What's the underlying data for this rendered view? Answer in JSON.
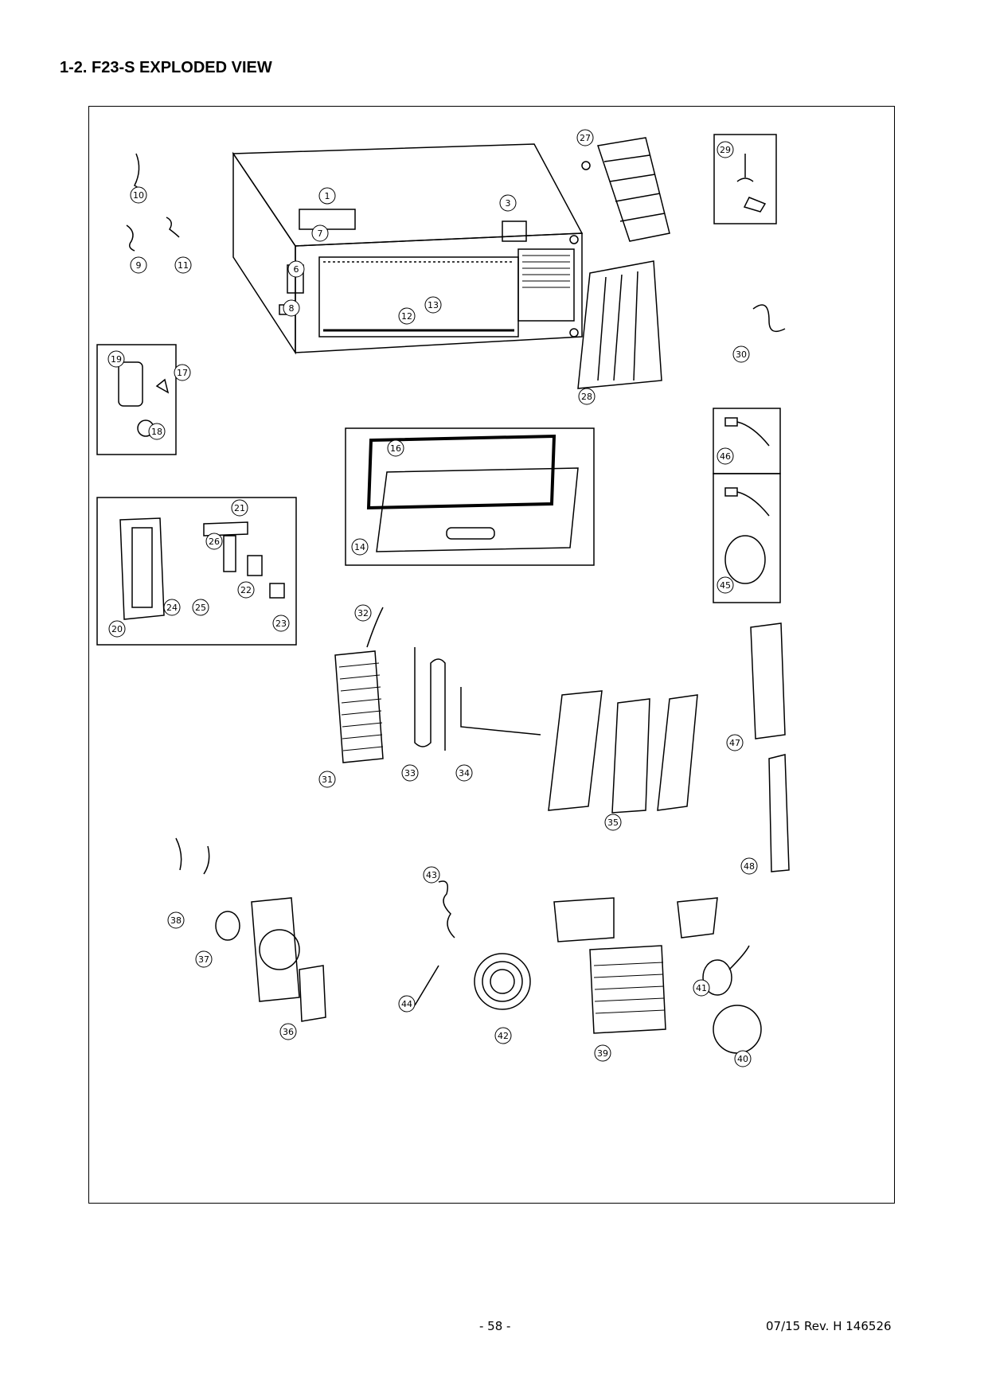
{
  "document": {
    "title": "1-2. F23-S EXPLODED VIEW",
    "page_number": "- 58 -",
    "revision_line": "07/15   Rev. H   146526"
  },
  "callouts": [
    {
      "id": "c1",
      "num": "1"
    },
    {
      "id": "c3",
      "num": "3"
    },
    {
      "id": "c6",
      "num": "6"
    },
    {
      "id": "c7",
      "num": "7"
    },
    {
      "id": "c8",
      "num": "8"
    },
    {
      "id": "c9",
      "num": "9"
    },
    {
      "id": "c10",
      "num": "10"
    },
    {
      "id": "c11",
      "num": "11"
    },
    {
      "id": "c12",
      "num": "12"
    },
    {
      "id": "c13",
      "num": "13"
    },
    {
      "id": "c14",
      "num": "14"
    },
    {
      "id": "c16",
      "num": "16"
    },
    {
      "id": "c17",
      "num": "17"
    },
    {
      "id": "c18",
      "num": "18"
    },
    {
      "id": "c19",
      "num": "19"
    },
    {
      "id": "c20",
      "num": "20"
    },
    {
      "id": "c21",
      "num": "21"
    },
    {
      "id": "c22",
      "num": "22"
    },
    {
      "id": "c23",
      "num": "23"
    },
    {
      "id": "c24",
      "num": "24"
    },
    {
      "id": "c25",
      "num": "25"
    },
    {
      "id": "c26",
      "num": "26"
    },
    {
      "id": "c27",
      "num": "27"
    },
    {
      "id": "c28",
      "num": "28"
    },
    {
      "id": "c29",
      "num": "29"
    },
    {
      "id": "c30",
      "num": "30"
    },
    {
      "id": "c31",
      "num": "31"
    },
    {
      "id": "c32",
      "num": "32"
    },
    {
      "id": "c33",
      "num": "33"
    },
    {
      "id": "c34",
      "num": "34"
    },
    {
      "id": "c35",
      "num": "35"
    },
    {
      "id": "c36",
      "num": "36"
    },
    {
      "id": "c37",
      "num": "37"
    },
    {
      "id": "c38",
      "num": "38"
    },
    {
      "id": "c39",
      "num": "39"
    },
    {
      "id": "c40",
      "num": "40"
    },
    {
      "id": "c41",
      "num": "41"
    },
    {
      "id": "c42",
      "num": "42"
    },
    {
      "id": "c43",
      "num": "43"
    },
    {
      "id": "c44",
      "num": "44"
    },
    {
      "id": "c45",
      "num": "45"
    },
    {
      "id": "c46",
      "num": "46"
    },
    {
      "id": "c47",
      "num": "47"
    },
    {
      "id": "c48",
      "num": "48"
    }
  ]
}
